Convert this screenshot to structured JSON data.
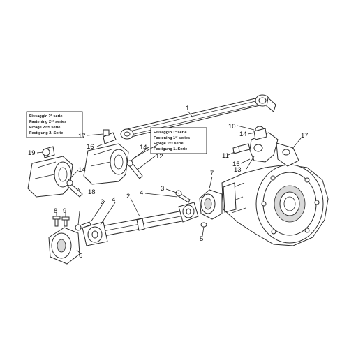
{
  "callouts": {
    "n1": "1",
    "n2": "2",
    "n3a": "3",
    "n3b": "3",
    "n4a": "4",
    "n4b": "4",
    "n5": "5",
    "n6": "6",
    "n7": "7",
    "n8": "8",
    "n9": "9",
    "n10": "10",
    "n11": "11",
    "n12": "12",
    "n13": "13",
    "n14a": "14",
    "n14b": "14",
    "n14c": "14",
    "n15": "15",
    "n16": "16",
    "n17a": "17",
    "n17b": "17",
    "n18": "18",
    "n19": "19"
  },
  "note_2nd_series": {
    "line1": "Fissaggio 2ª serie",
    "line2": "Fastening 2ⁿᵈ series",
    "line3": "Fixage 2ᵉᵐᵉ serie",
    "line4": "Festigung 2. Serie"
  },
  "note_1st_series": {
    "line1": "Fissaggio 1ª serie",
    "line2": "Fastening 1ˢᵗ series",
    "line3": "Fixage 1ᵉʳᵉ serie",
    "line4": "Festigung 1. Serie"
  }
}
